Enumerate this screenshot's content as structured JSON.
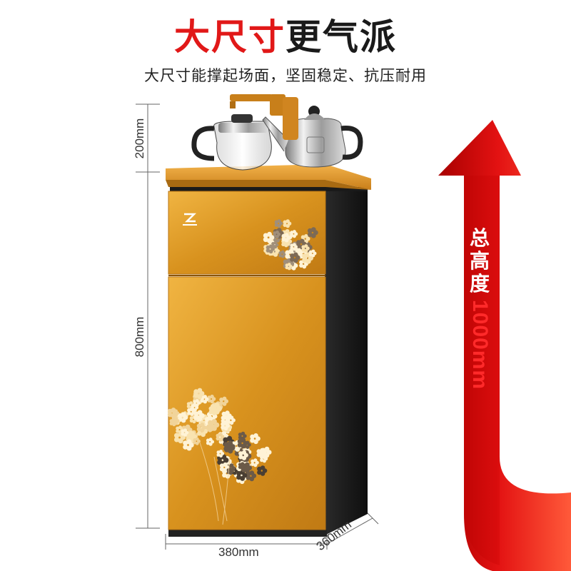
{
  "header": {
    "title_red": "大尺寸",
    "title_black": "更气派",
    "subtitle": "大尺寸能撑起场面，坚固稳定、抗压耐用"
  },
  "dimensions": {
    "top_height": "200mm",
    "body_height": "800mm",
    "width": "380mm",
    "depth": "360mm"
  },
  "total_height": {
    "label_chars": [
      "总",
      "高",
      "度"
    ],
    "value": "1000mm"
  },
  "colors": {
    "accent_red": "#e11818",
    "cabinet_gold": "#d8921e",
    "arrow_red": "#d60f0f"
  }
}
